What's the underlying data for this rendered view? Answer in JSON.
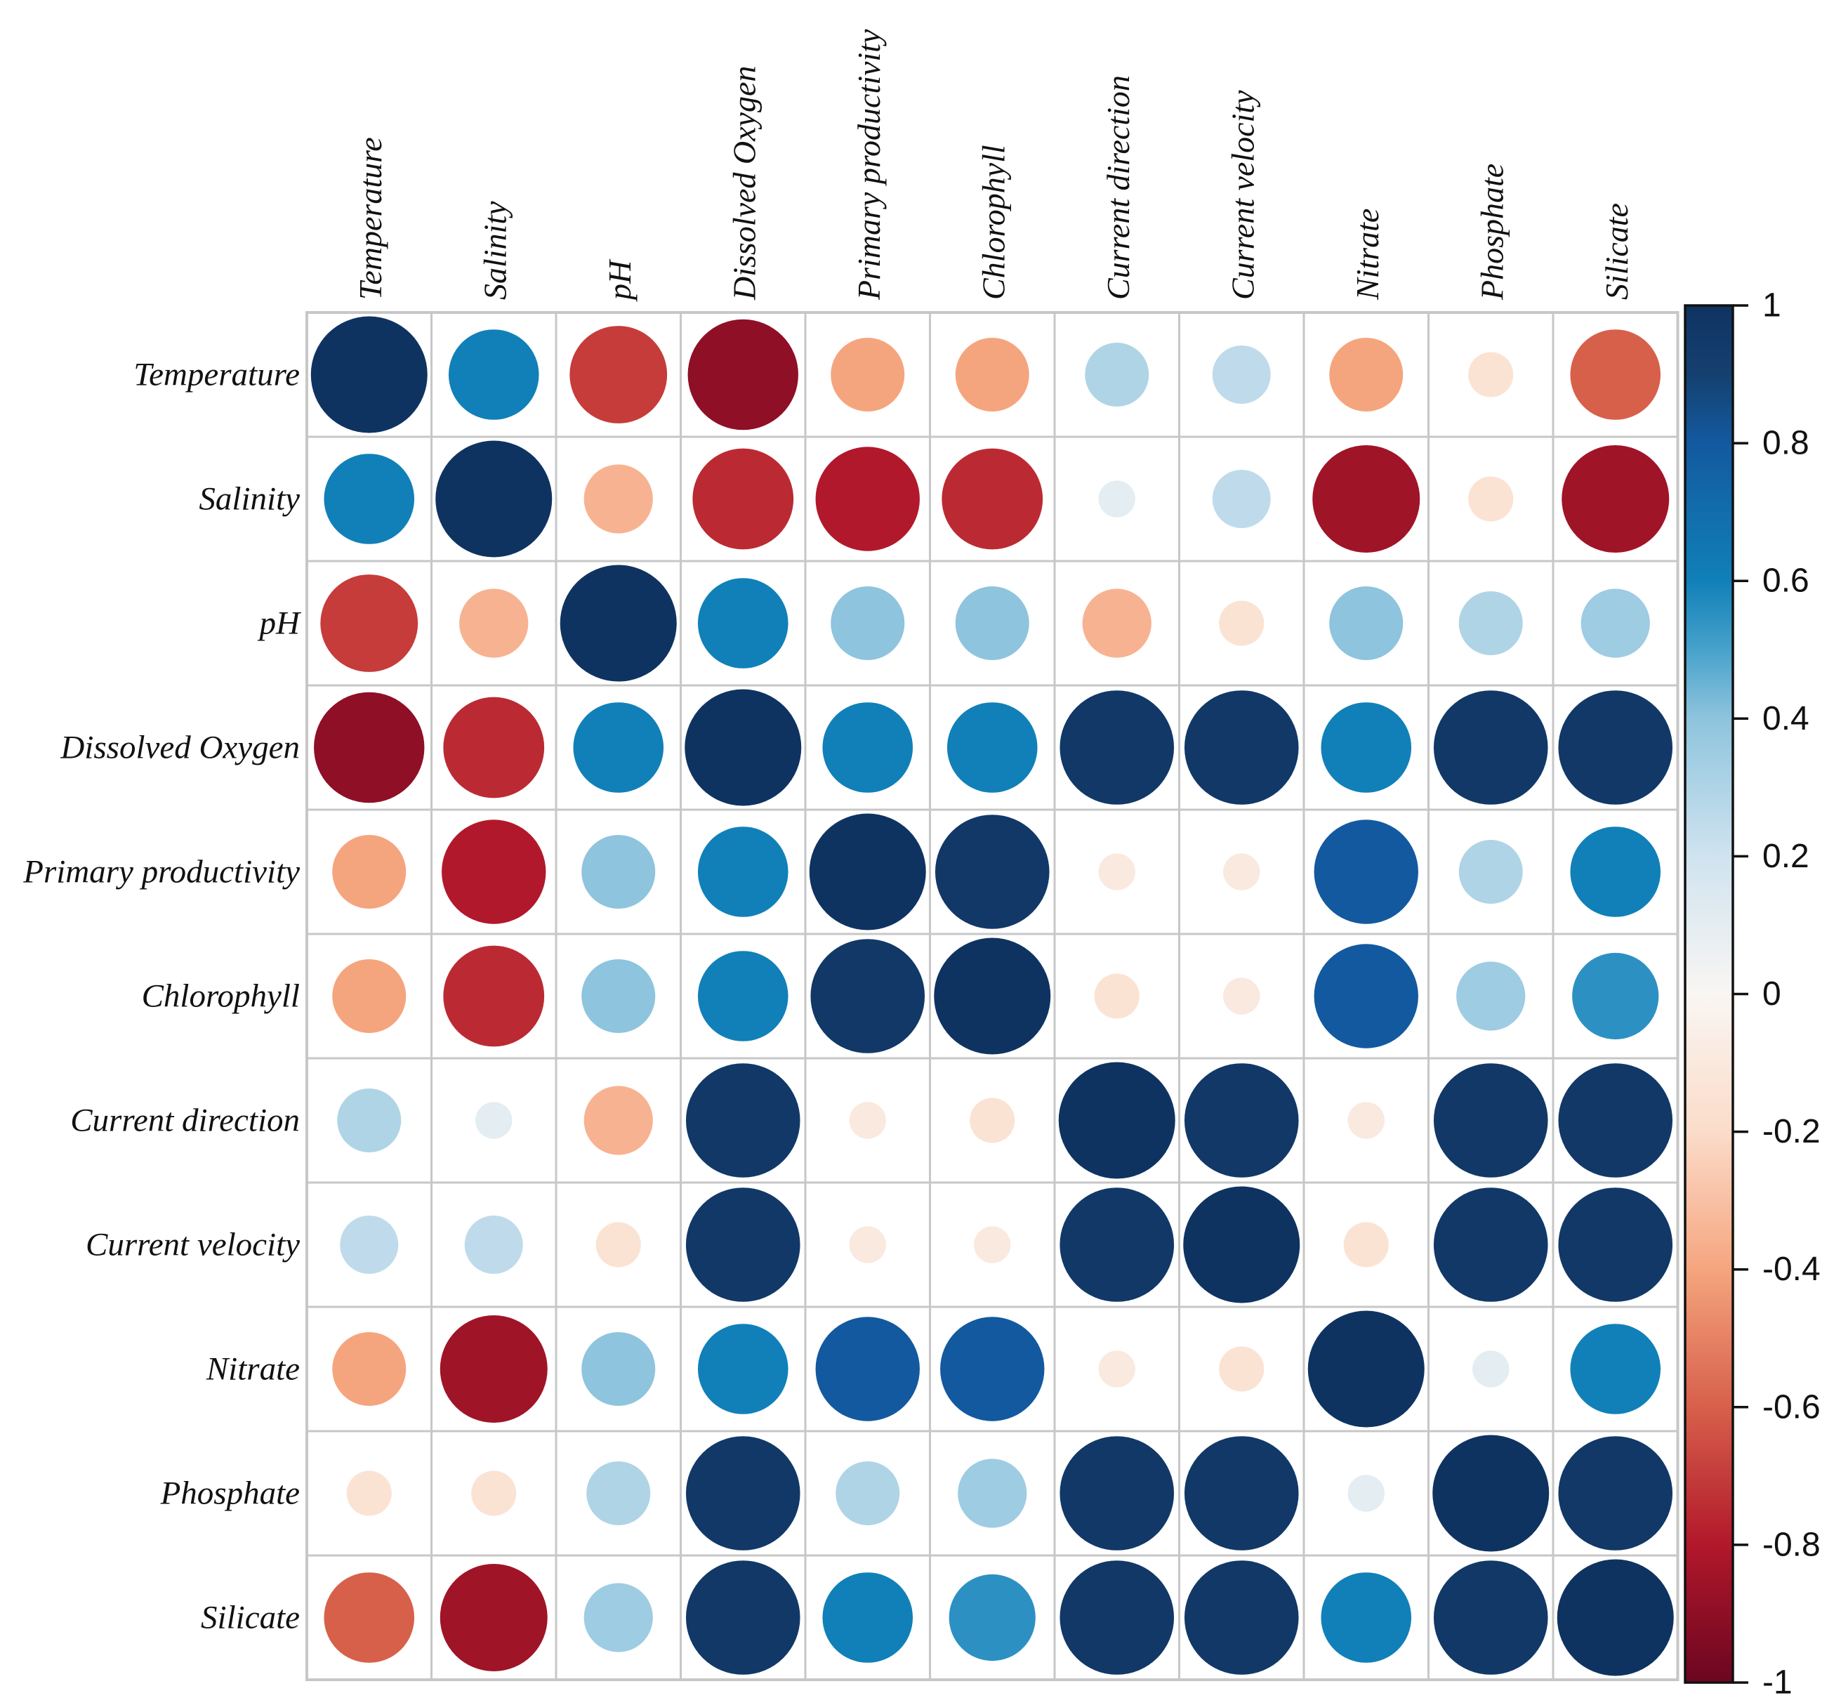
{
  "chart_data": {
    "type": "heatmap",
    "style": "correlation-circle-matrix (corrplot): circle area and color encode Pearson r",
    "title": "",
    "variables": [
      "Temperature",
      "Salinity",
      "pH",
      "Dissolved Oxygen",
      "Primary productivity",
      "Chlorophyll",
      "Current direction",
      "Current velocity",
      "Nitrate",
      "Phosphate",
      "Silicate"
    ],
    "matrix": [
      [
        1.0,
        0.6,
        -0.7,
        -0.9,
        -0.4,
        -0.4,
        0.3,
        0.25,
        -0.4,
        -0.15,
        -0.6
      ],
      [
        0.6,
        1.0,
        -0.35,
        -0.75,
        -0.8,
        -0.75,
        0.1,
        0.25,
        -0.85,
        -0.15,
        -0.85
      ],
      [
        -0.7,
        -0.35,
        1.0,
        0.6,
        0.4,
        0.4,
        -0.35,
        -0.15,
        0.4,
        0.3,
        0.35
      ],
      [
        -0.9,
        -0.75,
        0.6,
        1.0,
        0.6,
        0.6,
        0.96,
        0.96,
        0.6,
        0.96,
        0.96
      ],
      [
        -0.4,
        -0.8,
        0.4,
        0.6,
        1.0,
        0.96,
        -0.1,
        -0.1,
        0.8,
        0.3,
        0.6
      ],
      [
        -0.4,
        -0.75,
        0.4,
        0.6,
        0.96,
        1.0,
        -0.15,
        -0.1,
        0.8,
        0.35,
        0.55
      ],
      [
        0.3,
        0.1,
        -0.35,
        0.96,
        -0.1,
        -0.15,
        1.0,
        0.96,
        -0.1,
        0.96,
        0.96
      ],
      [
        0.25,
        0.25,
        -0.15,
        0.96,
        -0.1,
        -0.1,
        0.96,
        1.0,
        -0.15,
        0.96,
        0.96
      ],
      [
        -0.4,
        -0.85,
        0.4,
        0.6,
        0.8,
        0.8,
        -0.1,
        -0.15,
        1.0,
        0.1,
        0.6
      ],
      [
        -0.15,
        -0.15,
        0.3,
        0.96,
        0.3,
        0.35,
        0.96,
        0.96,
        0.1,
        1.0,
        0.96
      ],
      [
        -0.6,
        -0.85,
        0.35,
        0.96,
        0.6,
        0.55,
        0.96,
        0.96,
        0.6,
        0.96,
        1.0
      ]
    ],
    "colorbar": {
      "min": -1,
      "max": 1,
      "tick_values": [
        1,
        0.8,
        0.6,
        0.4,
        0.2,
        0,
        -0.2,
        -0.4,
        -0.6,
        -0.8,
        -1
      ],
      "tick_labels": [
        "1",
        "0.8",
        "0.6",
        "0.4",
        "0.2",
        "0",
        "-0.2",
        "-0.4",
        "-0.6",
        "-0.8",
        "-1"
      ],
      "position": "right"
    },
    "palette_stops": [
      [
        -1.0,
        "#6b0620"
      ],
      [
        -0.8,
        "#b2182b"
      ],
      [
        -0.6,
        "#d7604b"
      ],
      [
        -0.4,
        "#f5a57e"
      ],
      [
        -0.2,
        "#fbdcca"
      ],
      [
        0.0,
        "#f9f6f3"
      ],
      [
        0.2,
        "#cfe3ef"
      ],
      [
        0.4,
        "#8ec4dd"
      ],
      [
        0.5,
        "#47a2cb"
      ],
      [
        0.6,
        "#1180b8"
      ],
      [
        0.8,
        "#13599f"
      ],
      [
        0.9,
        "#144070"
      ],
      [
        1.0,
        "#0f3361"
      ]
    ],
    "grid": "on",
    "grid_color": "#c7c7c7",
    "label_color": "#111111",
    "background": "#ffffff",
    "size_encoding": "circle radius = max_radius * sqrt(|r|)",
    "xlabel": "",
    "ylabel": ""
  }
}
